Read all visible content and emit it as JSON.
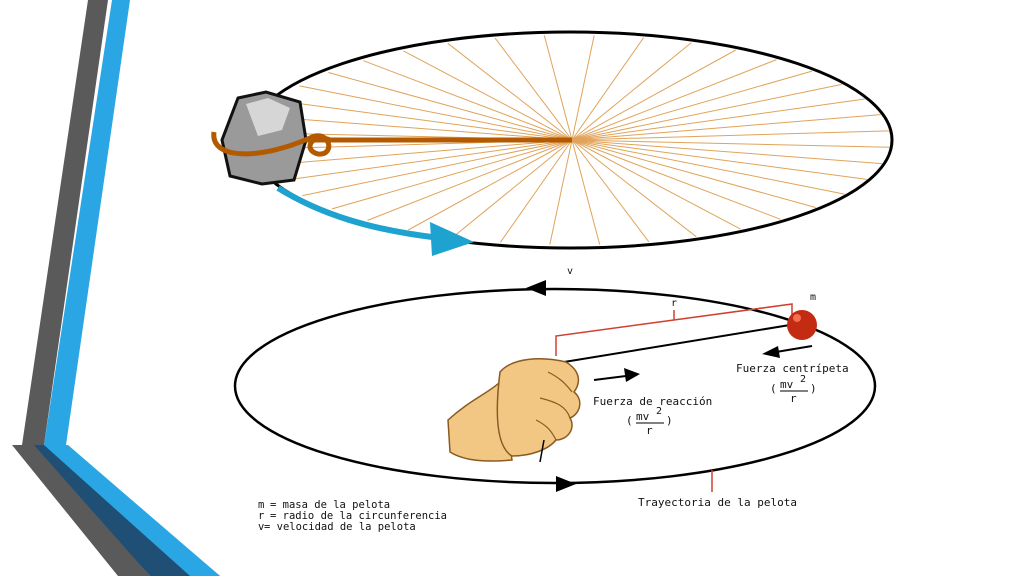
{
  "colors": {
    "stripe_dark": "#5a5a5a",
    "stripe_blue": "#2aa6e4",
    "stripe_navy": "#1f4f74",
    "string": "#b35a00",
    "spokes": "#e0a35a",
    "arrow_blue": "#1ea2cf",
    "ball": "#c42b13",
    "red_line": "#d04030"
  },
  "diagram": {
    "v_label": "v",
    "r_label": "r",
    "m_label": "m",
    "centripetal_label": "Fuerza centrípeta",
    "reaction_label": "Fuerza de reacción",
    "formula_open": "(",
    "formula_num": "mv",
    "formula_exp": "2",
    "formula_den": "r",
    "formula_close": ")",
    "trajectory_label": "Trayectoria de la pelota"
  },
  "legend": [
    {
      "symbol": "m",
      "text": "= masa de la pelota"
    },
    {
      "symbol": "r",
      "text": "= radio de la circunferencia"
    },
    {
      "symbol": "v",
      "text": " = velocidad de la pelota"
    }
  ]
}
